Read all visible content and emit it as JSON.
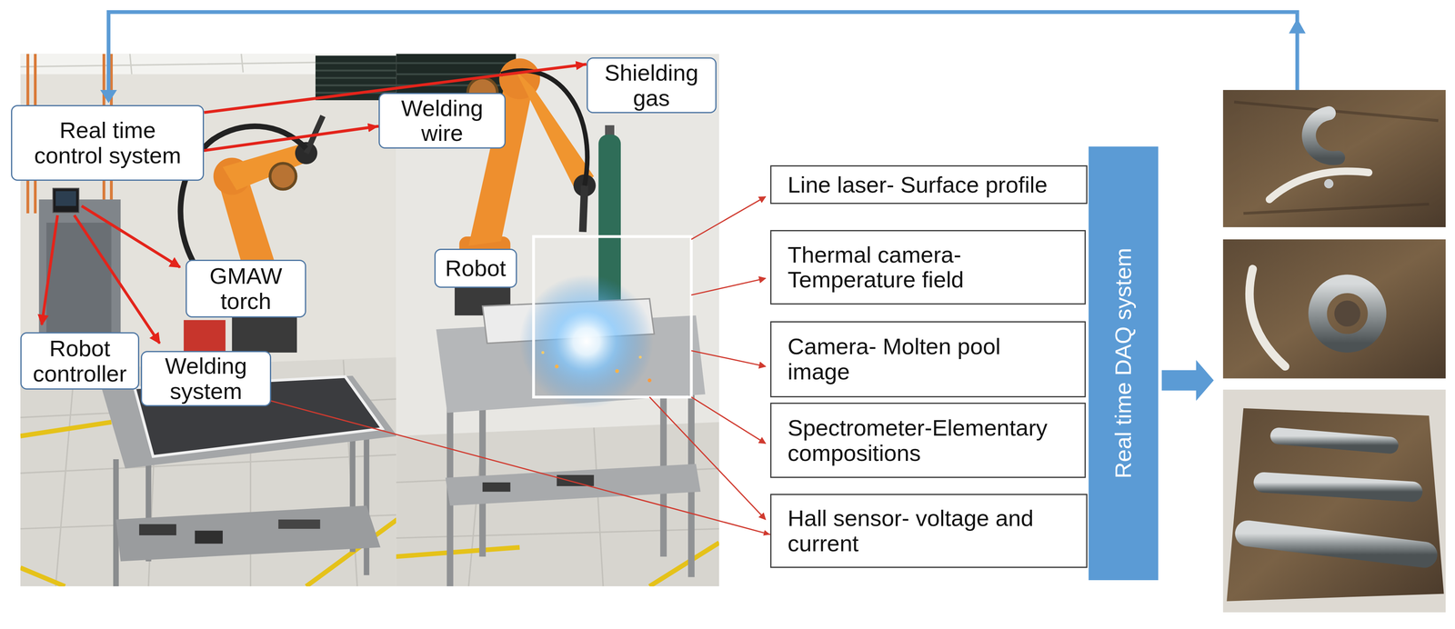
{
  "diagram": {
    "nodes": [
      {
        "text": [
          "Real time control system"
        ]
      },
      {
        "text": [
          "Welding wire"
        ]
      },
      {
        "text": [
          "Shielding gas"
        ]
      },
      {
        "text": [
          "Robot"
        ]
      },
      {
        "text": [
          "GMAW torch"
        ]
      },
      {
        "text": [
          "Robot controller"
        ]
      },
      {
        "text": [
          "Welding system"
        ]
      },
      {
        "text": [
          "Line laser- Surface profile"
        ]
      },
      {
        "text": [
          "Thermal camera- Temperature field"
        ]
      },
      {
        "text": [
          "Camera- Molten pool image"
        ]
      },
      {
        "text": [
          "Spectrometer-Elementary compositions"
        ]
      },
      {
        "text": [
          "Hall sensor- voltage and current"
        ]
      },
      {
        "text": [
          "Real time DAQ system"
        ]
      }
    ],
    "edges": [
      {
        "from": 0,
        "to": 2,
        "arrow": "to"
      },
      {
        "from": 0,
        "to": 1,
        "arrow": "to"
      },
      {
        "from": 6,
        "to": 11,
        "arrow": "to"
      }
    ]
  }
}
